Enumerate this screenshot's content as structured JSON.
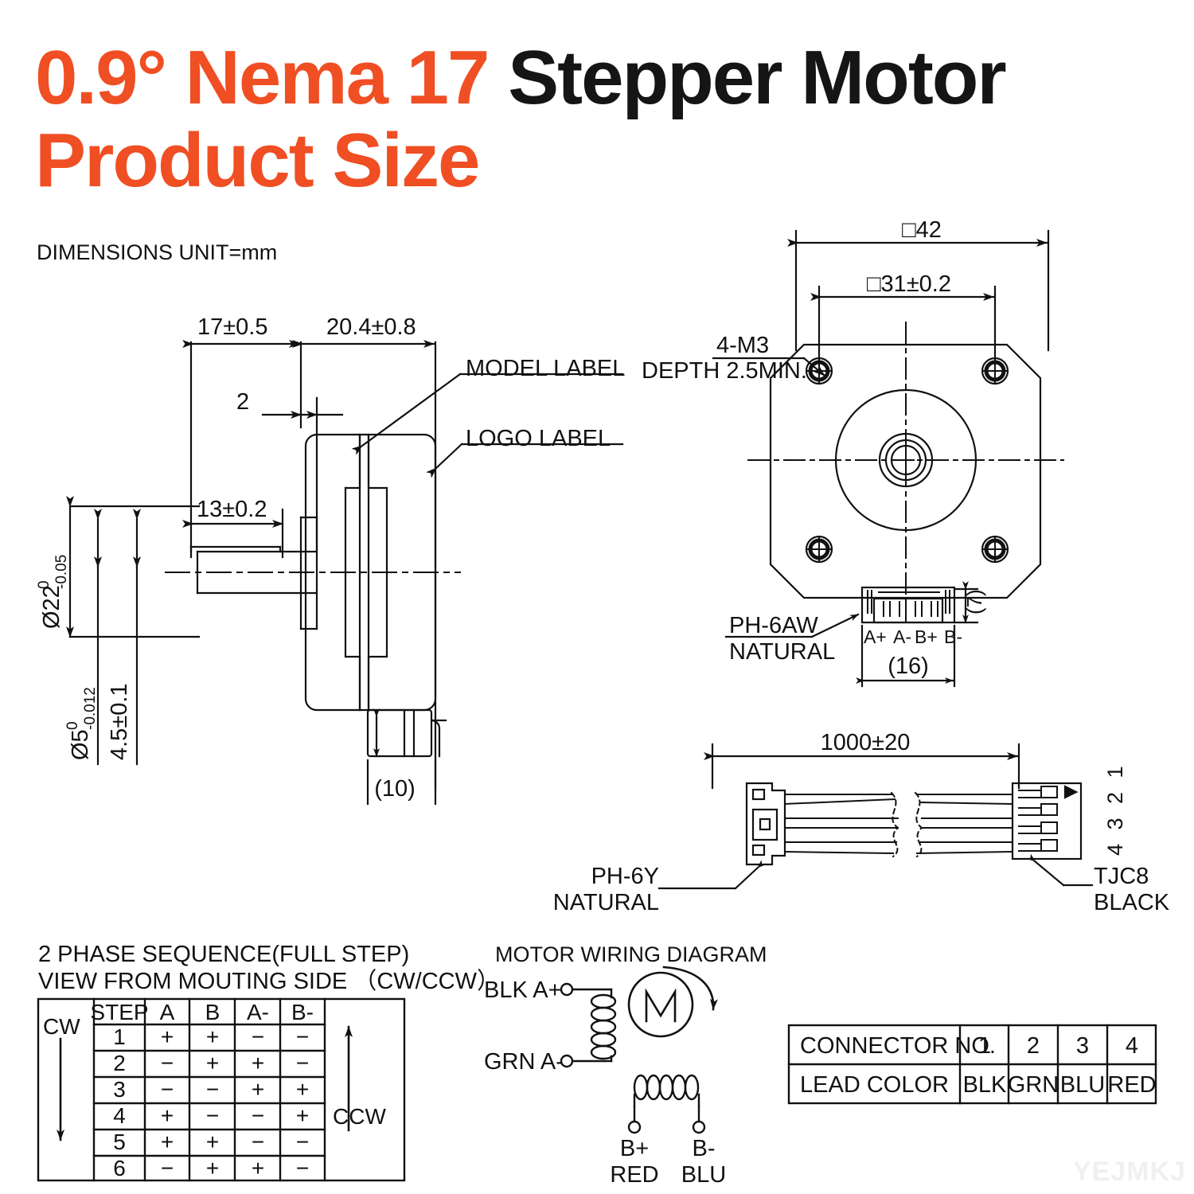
{
  "title": {
    "line1_orange": "0.9° Nema 17 ",
    "line1_black": "Stepper Motor",
    "line2_orange": "Product Size"
  },
  "units_note": "DIMENSIONS UNIT=mm",
  "side_view": {
    "dim_shaft_length": "17±0.5",
    "dim_body_length": "20.4±0.8",
    "dim_flange": "2",
    "dim_flat_length": "13±0.2",
    "dim_pilot_dia": "Ø22",
    "dim_pilot_tol_up": "0",
    "dim_pilot_tol_lo": "-0.05",
    "dim_shaft_dia": "Ø5",
    "dim_shaft_tol_up": "0",
    "dim_shaft_tol_lo": "-0.012",
    "dim_flat_depth": "4.5±0.1",
    "dim_connector_h": "(10)",
    "label_model": "MODEL LABEL",
    "label_logo": "LOGO LABEL"
  },
  "front_view": {
    "dim_square_outer": "□42",
    "dim_square_bolt": "□31±0.2",
    "note_thread_1": "4-M3",
    "note_thread_2": "DEPTH 2.5MIN.",
    "connector_name_1": "PH-6AW",
    "connector_name_2": "NATURAL",
    "pin_labels": [
      "A+",
      "A-",
      "B+",
      "B-"
    ],
    "dim_conn_width": "(16)",
    "dim_conn_height": "(7)"
  },
  "cable_view": {
    "dim_length": "1000±20",
    "left_conn_1": "PH-6Y",
    "left_conn_2": "NATURAL",
    "right_conn_1": "TJC8",
    "right_conn_2": "BLACK",
    "pin_numbers": "4 3 2 1"
  },
  "phase_table": {
    "heading_line1": "2 PHASE SEQUENCE(FULL STEP)",
    "heading_line2": "VIEW FROM MOUTING SIDE （CW/CCW）",
    "cw_label": "CW",
    "ccw_label": "CCW",
    "headers": [
      "STEP",
      "A",
      "B",
      "A-",
      "B-"
    ],
    "rows": [
      {
        "step": "1",
        "a": "+",
        "b": "+",
        "an": "−",
        "bn": "−"
      },
      {
        "step": "2",
        "a": "−",
        "b": "+",
        "an": "+",
        "bn": "−"
      },
      {
        "step": "3",
        "a": "−",
        "b": "−",
        "an": "+",
        "bn": "+"
      },
      {
        "step": "4",
        "a": "+",
        "b": "−",
        "an": "−",
        "bn": "+"
      },
      {
        "step": "5",
        "a": "+",
        "b": "+",
        "an": "−",
        "bn": "−"
      },
      {
        "step": "6",
        "a": "−",
        "b": "+",
        "an": "+",
        "bn": "−"
      }
    ]
  },
  "wiring_diagram": {
    "heading": "MOTOR WIRING  DIAGRAM",
    "term_a_plus": "BLK  A+",
    "term_a_minus": "GRN  A-",
    "motor_symbol": "M",
    "term_b_plus": "B+",
    "term_b_plus_color": "RED",
    "term_b_minus": "B-",
    "term_b_minus_color": "BLU"
  },
  "lead_table": {
    "row1_label": "CONNECTOR NO.",
    "row1_values": [
      "1",
      "2",
      "3",
      "4"
    ],
    "row2_label": "LEAD COLOR",
    "row2_values": [
      "BLK",
      "GRN",
      "BLU",
      "RED"
    ]
  },
  "watermark": "YEJMKJ",
  "colors": {
    "accent": "#F04E23",
    "line": "#111111",
    "watermark": "#f0f0f0"
  }
}
